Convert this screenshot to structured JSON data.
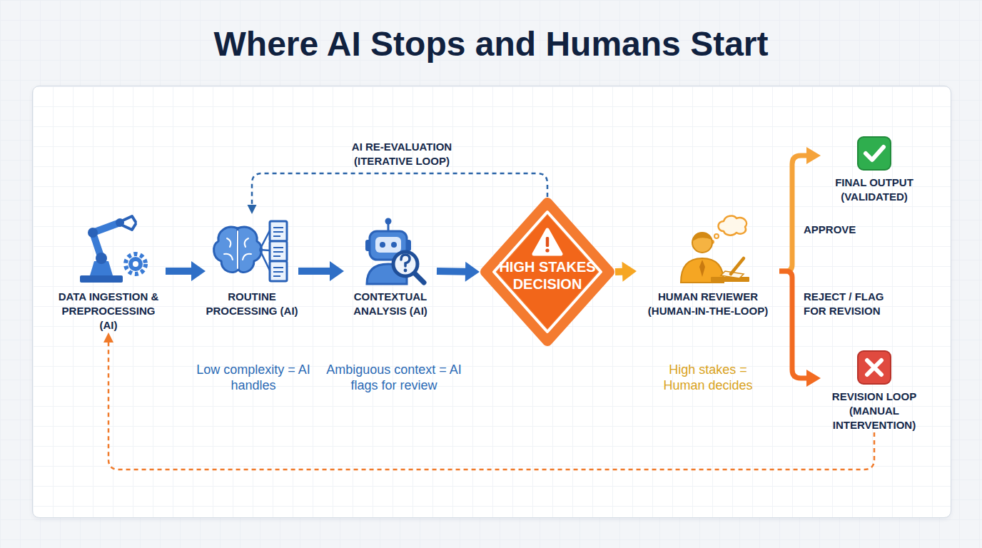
{
  "diagram": {
    "title": "Where AI Stops and Humans Start",
    "nodes": [
      {
        "text": [
          "DATA INGESTION & PREPROCESSING (AI)"
        ]
      },
      {
        "text": [
          "ROUTINE PROCESSING (AI)"
        ]
      },
      {
        "text": [
          "CONTEXTUAL ANALYSIS (AI)"
        ]
      },
      {
        "text": [
          "HIGH STAKES DECISION"
        ]
      },
      {
        "text": [
          "HUMAN REVIEWER (HUMAN-IN-THE-LOOP)"
        ]
      },
      {
        "text": [
          "FINAL OUTPUT (VALIDATED)"
        ]
      },
      {
        "text": [
          "REVISION LOOP (MANUAL INTERVENTION)"
        ]
      }
    ],
    "edges": [
      {
        "from": 0,
        "to": 1,
        "arrow": "to"
      },
      {
        "from": 1,
        "to": 2,
        "arrow": "to"
      },
      {
        "from": 2,
        "to": 3,
        "arrow": "to"
      },
      {
        "from": 3,
        "to": 4,
        "arrow": "to"
      },
      {
        "from": 3,
        "to": 1,
        "label": "AI RE-EVALUATION (ITERATIVE LOOP)",
        "arrow": "to"
      },
      {
        "from": 4,
        "to": 5,
        "label": "APPROVE",
        "arrow": "to"
      },
      {
        "from": 4,
        "to": 6,
        "label": "REJECT / FLAG FOR REVISION",
        "arrow": "to"
      },
      {
        "from": 6,
        "to": 0,
        "arrow": "to"
      }
    ],
    "labels": [
      "Low complexity = AI handles",
      "Ambiguous context = AI flags for review",
      "High stakes = Human decides"
    ]
  }
}
